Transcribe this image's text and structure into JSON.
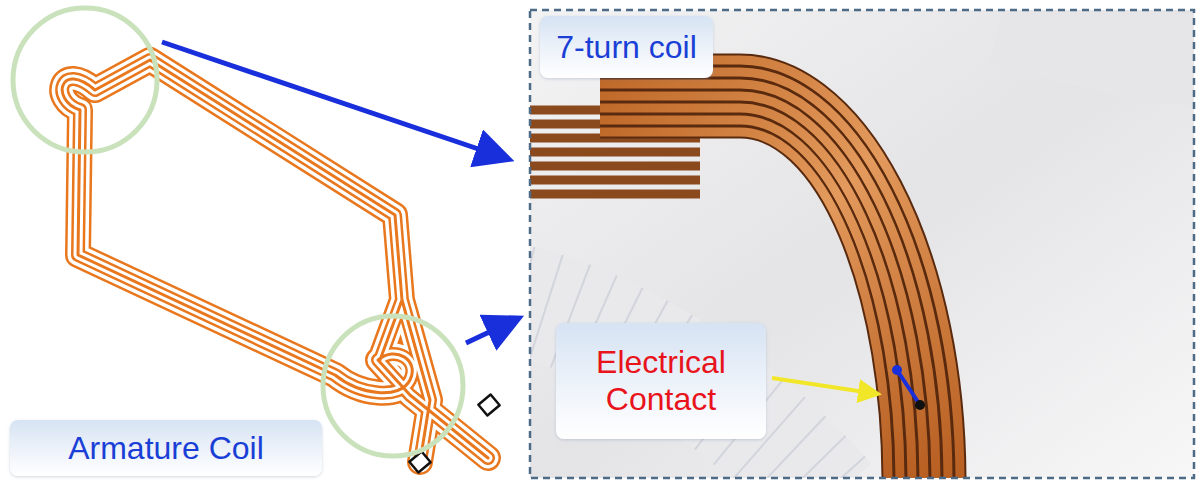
{
  "diagram": {
    "nodes": [
      {
        "text": [
          "7-turn coil"
        ]
      },
      {
        "text": [
          "Electrical Contact"
        ]
      },
      {
        "text": [
          "Armature Coil"
        ]
      }
    ]
  }
}
